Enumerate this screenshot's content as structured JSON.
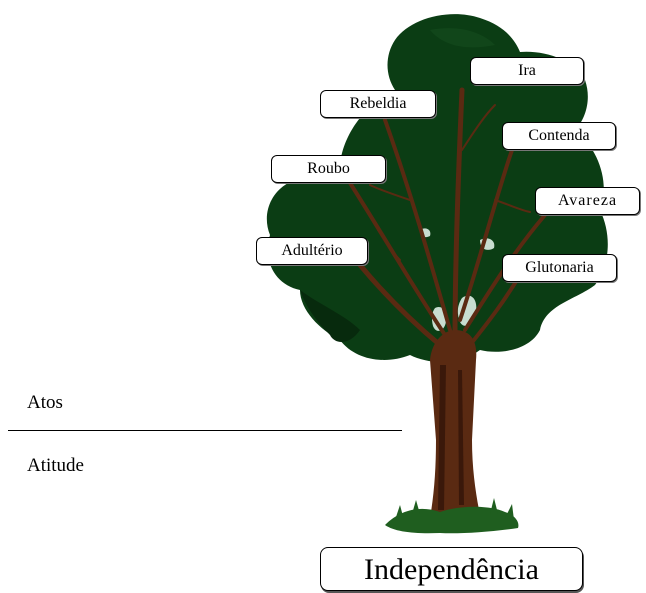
{
  "branches": [
    {
      "id": "ira",
      "label": "Ira"
    },
    {
      "id": "rebeldia",
      "label": "Rebeldia"
    },
    {
      "id": "contenda",
      "label": "Contenda"
    },
    {
      "id": "roubo",
      "label": "Roubo"
    },
    {
      "id": "avareza",
      "label": "Avareza"
    },
    {
      "id": "adulterio",
      "label": "Adultério"
    },
    {
      "id": "glutonaria",
      "label": "Glutonaria"
    }
  ],
  "side_labels": {
    "upper": "Atos",
    "lower": "Atitude"
  },
  "root": {
    "label": "Independência"
  },
  "colors": {
    "foliage": "#0b3d14",
    "foliage_dark": "#072a0d",
    "foliage_light": "#1d5a26",
    "trunk": "#5a2a12",
    "trunk_dark": "#3a180a",
    "sky_gap": "#c8ddd0",
    "grass": "#1f5e1f"
  }
}
